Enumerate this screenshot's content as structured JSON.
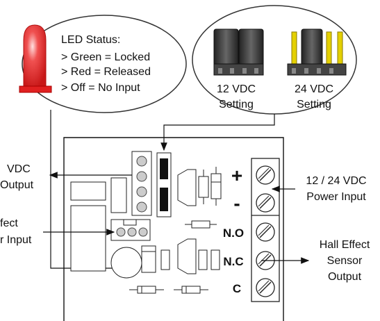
{
  "led_callout": {
    "title": "LED Status:",
    "lines": [
      "> Green = Locked",
      "> Red = Released",
      "> Off = No Input"
    ]
  },
  "jumper_callout": {
    "left_label": [
      "12 VDC",
      "Setting"
    ],
    "right_label": [
      "24 VDC",
      "Setting"
    ]
  },
  "labels": {
    "vdc_output": [
      "VDC",
      "Output"
    ],
    "sensor_input": [
      "fect",
      "r Input"
    ],
    "power_input": [
      "12 / 24 VDC",
      "Power Input"
    ],
    "hall_output": [
      "Hall Effect",
      "Sensor",
      "Output"
    ]
  },
  "terminals": {
    "plus": "+",
    "minus": "-",
    "no": "N.O",
    "nc": "N.C",
    "c": "C"
  },
  "colors": {
    "led_red": "#e8262a",
    "jumper_gold": "#d8c400",
    "jumper_dark": "#333333"
  }
}
